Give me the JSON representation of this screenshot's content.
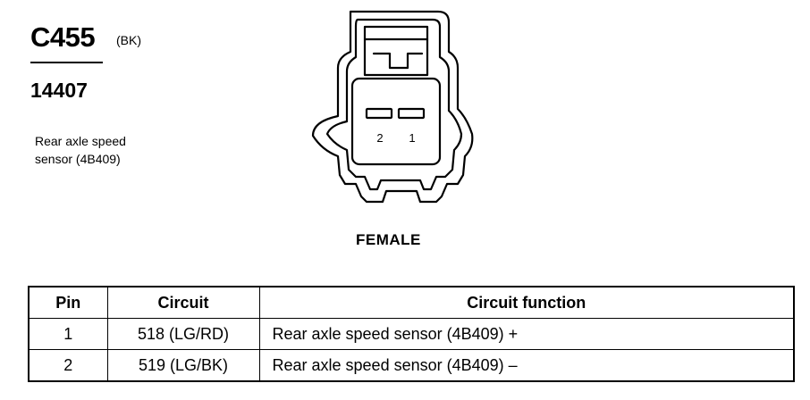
{
  "connector": {
    "id": "C455",
    "color": "(BK)",
    "part_number": "14407",
    "description_lines": [
      "Rear axle speed",
      "sensor (4B409)"
    ],
    "view": "FEMALE",
    "cavity_labels": [
      "2",
      "1"
    ]
  },
  "table": {
    "headers": [
      "Pin",
      "Circuit",
      "Circuit function"
    ],
    "rows": [
      [
        "1",
        "518 (LG/RD)",
        "Rear axle speed sensor (4B409) +"
      ],
      [
        "2",
        "519 (LG/BK)",
        "Rear axle speed sensor (4B409) –"
      ]
    ]
  }
}
